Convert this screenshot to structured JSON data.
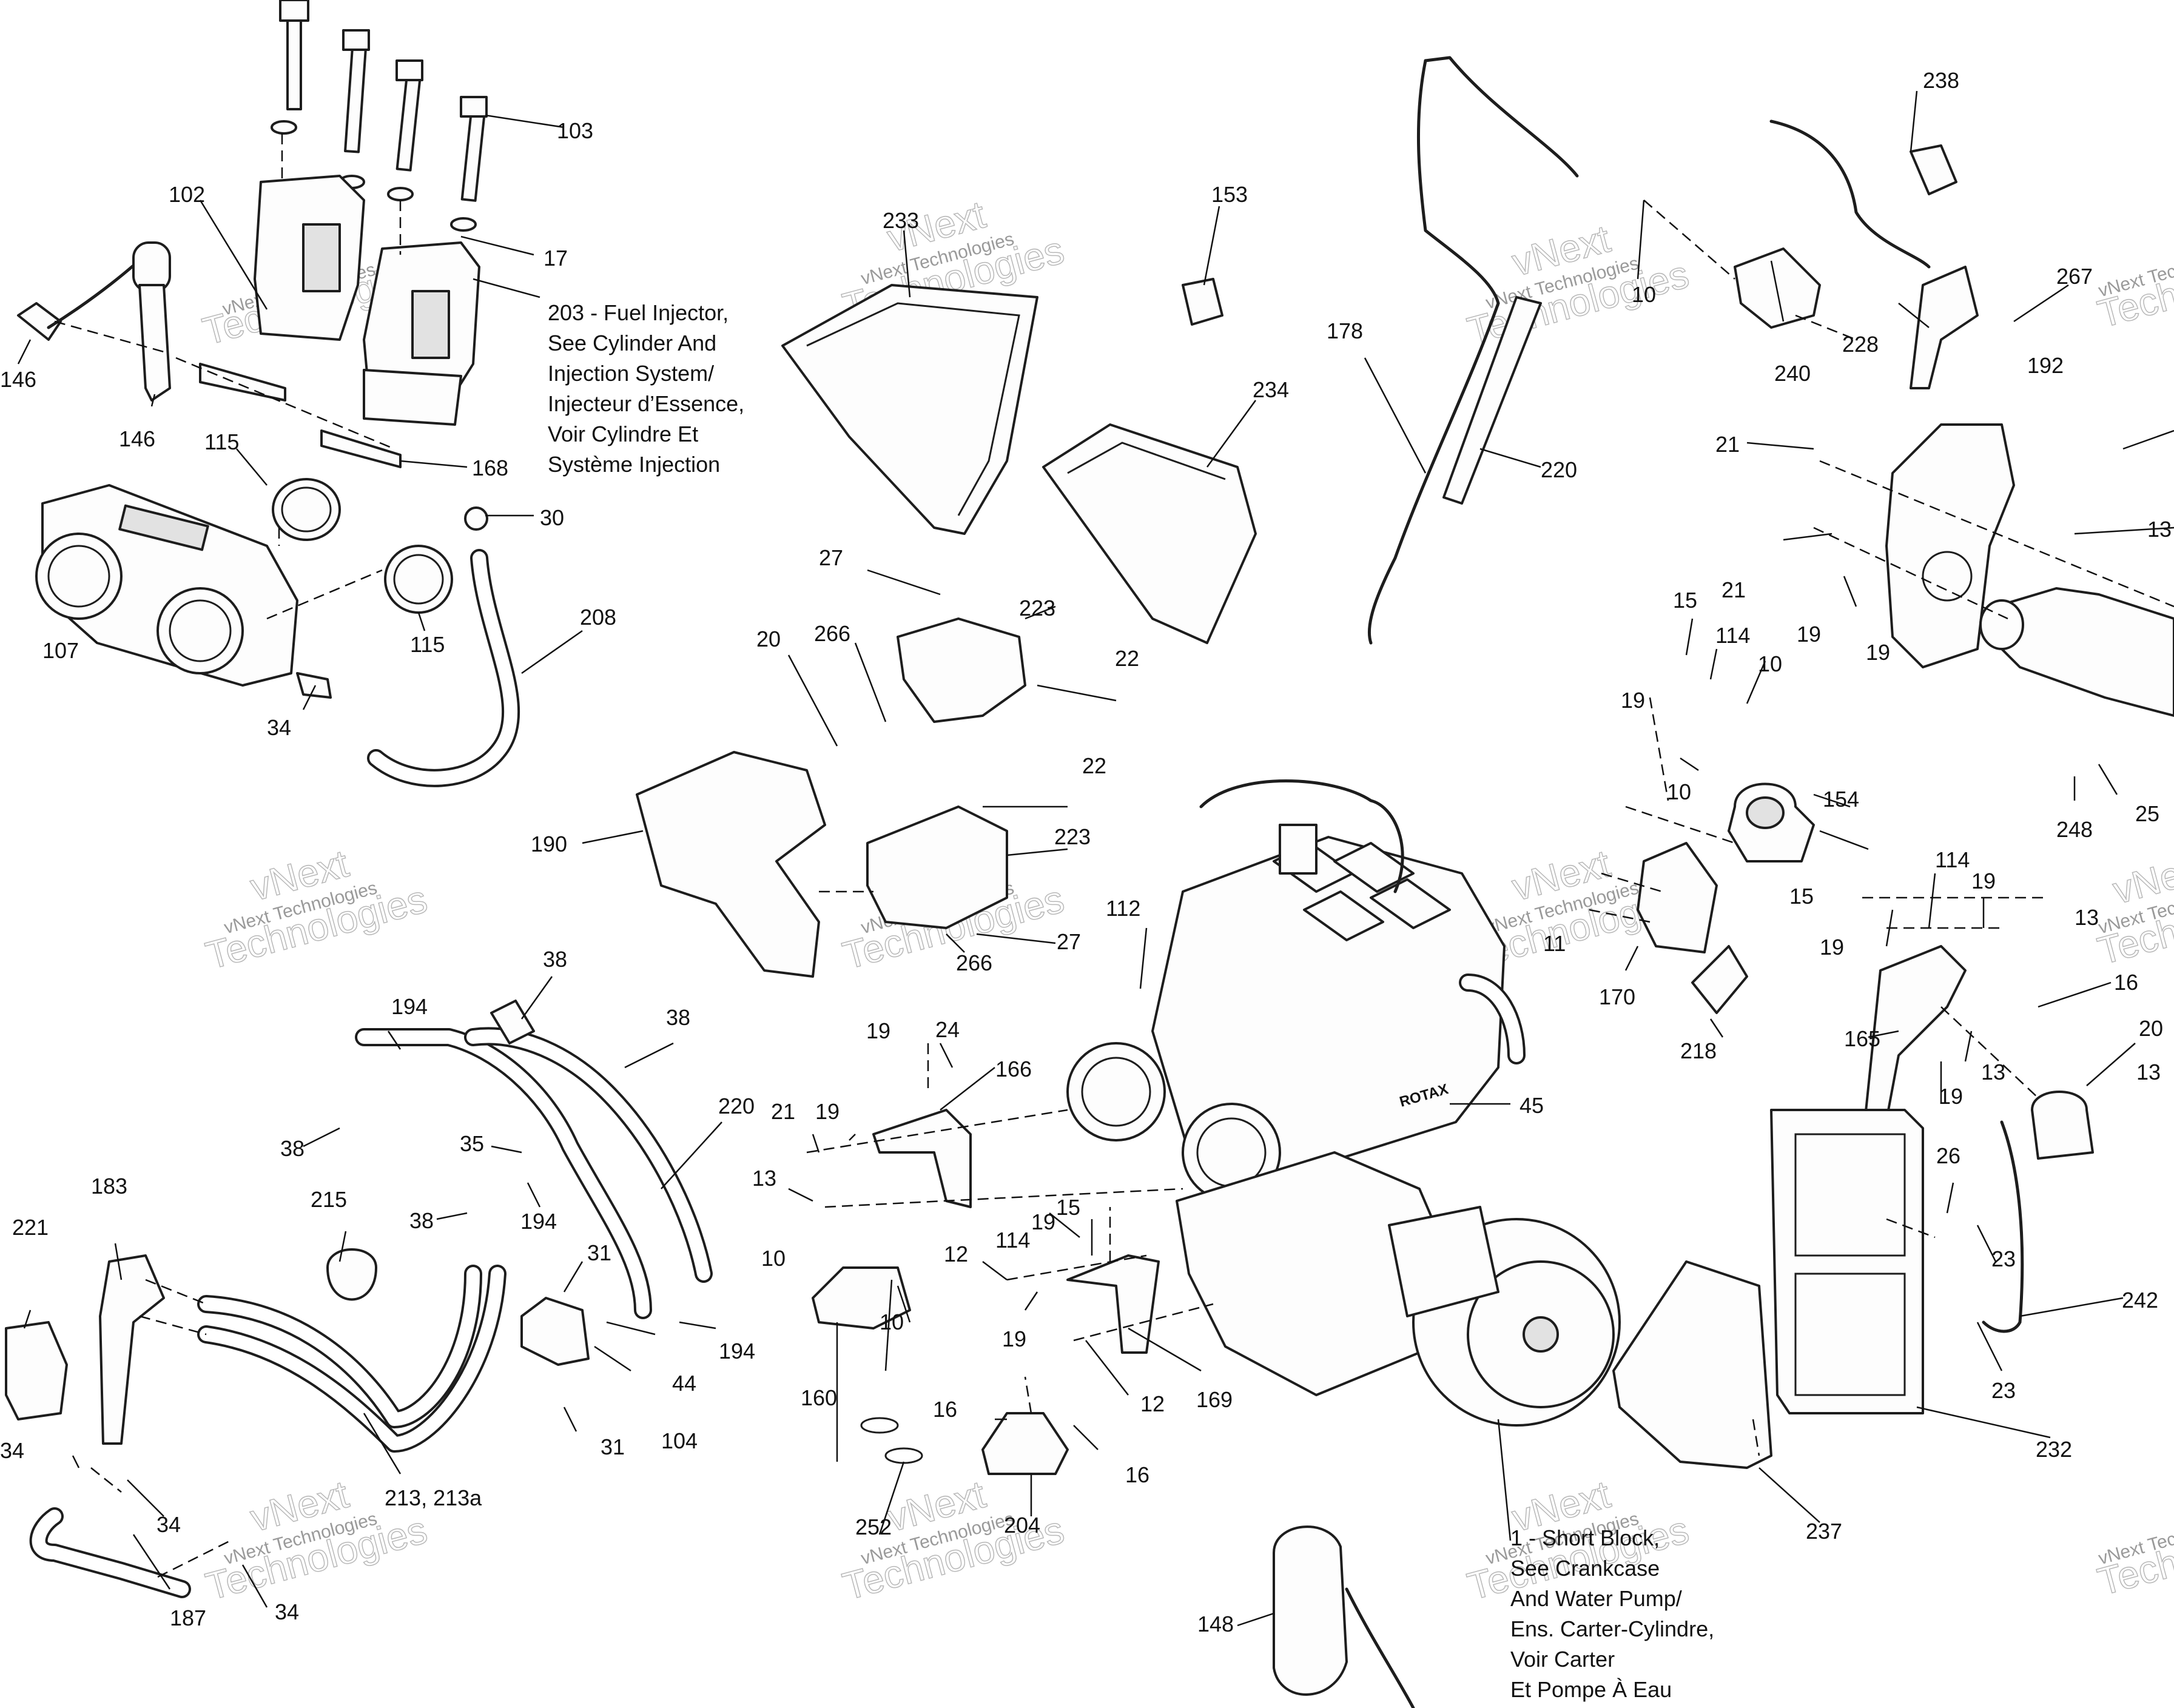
{
  "callouts": [
    "103",
    "102",
    "17",
    "146",
    "146",
    "168",
    "115",
    "115",
    "30",
    "208",
    "107",
    "34",
    "233",
    "153",
    "27",
    "223",
    "20",
    "266",
    "22",
    "22",
    "223",
    "190",
    "27",
    "266",
    "178",
    "234",
    "220",
    "10",
    "238",
    "240",
    "228",
    "267",
    "192",
    "21",
    "13",
    "21",
    "19",
    "15",
    "114",
    "10",
    "19",
    "19",
    "10",
    "154",
    "248",
    "25",
    "15",
    "114",
    "19",
    "19",
    "13",
    "13",
    "165",
    "16",
    "20",
    "13",
    "19",
    "170",
    "218",
    "11",
    "112",
    "45",
    "38",
    "194",
    "38",
    "220",
    "38",
    "35",
    "194",
    "38",
    "215",
    "31",
    "104",
    "44",
    "194",
    "31",
    "24",
    "19",
    "166",
    "21",
    "19",
    "13",
    "10",
    "10",
    "160",
    "12",
    "19",
    "15",
    "114",
    "19",
    "12",
    "169",
    "16",
    "16",
    "204",
    "252",
    "183",
    "221",
    "34",
    "34",
    "213, 213a",
    "187",
    "34",
    "148",
    "26",
    "23",
    "23",
    "232",
    "237",
    "242"
  ],
  "notes": {
    "fuel_injector": [
      "203 - Fuel Injector,",
      "See Cylinder And",
      "Injection System/",
      "Injecteur d’Essence,",
      "Voir Cylindre Et",
      "Système Injection"
    ],
    "short_block": [
      "1 - Short Block,",
      "See Crankcase",
      "And Water Pump/",
      "Ens. Carter-Cylindre,",
      "Voir Carter",
      "Et Pompe À Eau"
    ]
  },
  "engine_marking": "ROTAX",
  "watermark": {
    "line1": "vNext Technologies",
    "line2": "vNext",
    "line3": "Technologies"
  }
}
